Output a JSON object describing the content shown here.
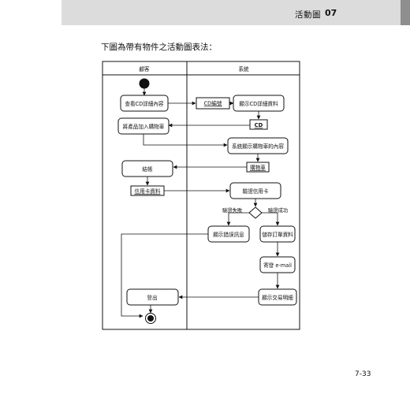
{
  "header": {
    "chapter_title": "活動圖",
    "chapter_number": "07"
  },
  "intro_text": "下圖為帶有物件之活動圖表法：",
  "page_number": "7-33",
  "diagram": {
    "lanes": {
      "customer": "顧客",
      "system": "系統"
    },
    "actions": {
      "view_cd_detail": "查看CD詳細內容",
      "show_cd_detail": "顯示CD詳細資料",
      "add_to_cart": "將產品加入購物車",
      "show_cart": "系統顯示購物車的內容",
      "checkout": "結帳",
      "verify_card": "驗證信用卡",
      "show_error": "顯示錯誤訊息",
      "save_order": "儲存訂單資料",
      "send_email": "寄發 e-mail",
      "show_details": "顯示交易明細",
      "logout": "登出"
    },
    "objects": {
      "cd_catalog": "CD編號",
      "cd": "CD",
      "cart": "購物車",
      "card_info": "信用卡資料"
    },
    "guards": {
      "fail": "驗證失敗",
      "success": "驗證成功"
    }
  }
}
